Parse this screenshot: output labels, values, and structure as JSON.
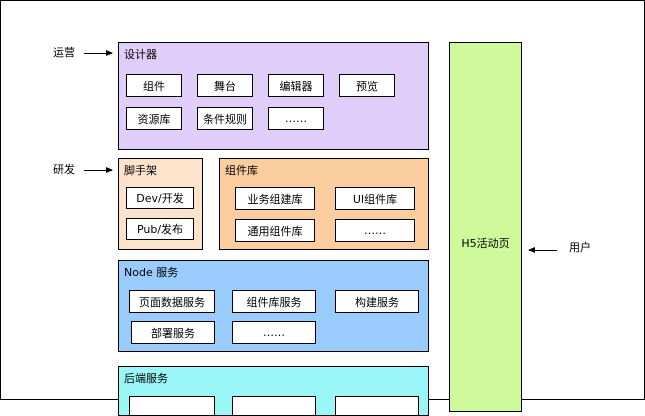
{
  "labels": {
    "operations": "运营",
    "rnd": "研发",
    "users": "用户"
  },
  "designer": {
    "title": "设计器",
    "items": [
      "组件",
      "舞台",
      "编辑器",
      "预览",
      "资源库",
      "条件规则",
      "……"
    ]
  },
  "scaffold": {
    "title": "脚手架",
    "items": [
      "Dev/开发",
      "Pub/发布"
    ]
  },
  "component_library": {
    "title": "组件库",
    "items": [
      "业务组建库",
      "UI组件库",
      "通用组件库",
      "……"
    ]
  },
  "node_service": {
    "title": "Node 服务",
    "items": [
      "页面数据服务",
      "组件库服务",
      "构建服务",
      "部署服务",
      "……"
    ]
  },
  "backend_service": {
    "title": "后端服务"
  },
  "h5": {
    "label": "H5活动页"
  },
  "colors": {
    "designer": "#e1cdfa",
    "scaffold": "#fde3cc",
    "component_library": "#fbcd9f",
    "node_service": "#99ccfd",
    "backend_service": "#9bf7f7",
    "h5": "#cefa9b"
  }
}
